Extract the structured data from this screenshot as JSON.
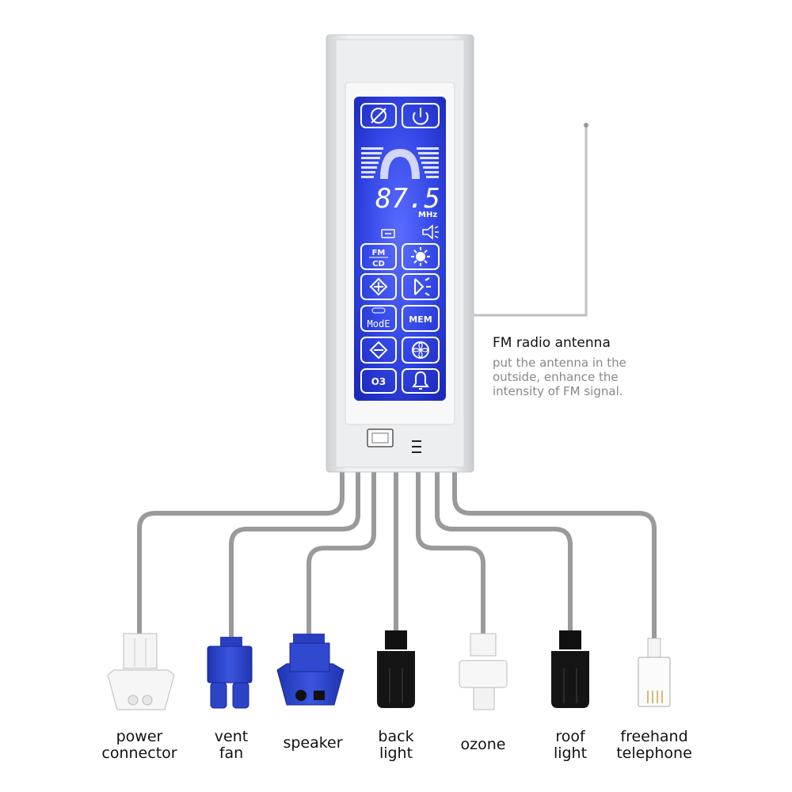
{
  "display": {
    "frequency": "87.5",
    "unit": "MHz"
  },
  "buttons": [
    {
      "name": "phone-off-button",
      "icon": "phone-off-icon"
    },
    {
      "name": "power-button",
      "icon": "power-icon"
    },
    {
      "name": "fm-cd-button",
      "label_top": "FM",
      "label_bottom": "CD"
    },
    {
      "name": "light-button",
      "icon": "light-icon"
    },
    {
      "name": "volume-up-button",
      "icon": "plus-icon"
    },
    {
      "name": "back-light-button",
      "icon": "lamp-icon"
    },
    {
      "name": "mode-button",
      "label": "ModE"
    },
    {
      "name": "mem-button",
      "label": "MEM"
    },
    {
      "name": "volume-down-button",
      "icon": "minus-icon"
    },
    {
      "name": "fan-button",
      "icon": "fan-icon"
    },
    {
      "name": "ozone-button",
      "label": "O3"
    },
    {
      "name": "bell-button",
      "icon": "bell-icon"
    }
  ],
  "antenna": {
    "title": "FM radio antenna",
    "description": [
      "put the antenna in the",
      "outside, enhance the",
      "intensity of FM signal."
    ]
  },
  "connectors": [
    {
      "label": [
        "power",
        "connector"
      ],
      "color": "#f4f4f4"
    },
    {
      "label": [
        "vent",
        "fan"
      ],
      "color": "#2c44c8"
    },
    {
      "label": [
        "speaker"
      ],
      "color": "#2c44c8"
    },
    {
      "label": [
        "back",
        "light"
      ],
      "color": "#111111"
    },
    {
      "label": [
        "ozone"
      ],
      "color": "#f4f4f4"
    },
    {
      "label": [
        "roof",
        "light"
      ],
      "color": "#111111"
    },
    {
      "label": [
        "freehand",
        "telephone"
      ],
      "color": "#f8f8f8"
    }
  ],
  "colors": {
    "lcd": "#2436d8",
    "lcd_glow": "#5a6cff",
    "lcd_line": "#ffffff",
    "housing": "#e6e7e9",
    "wire": "#9a9a9a"
  }
}
